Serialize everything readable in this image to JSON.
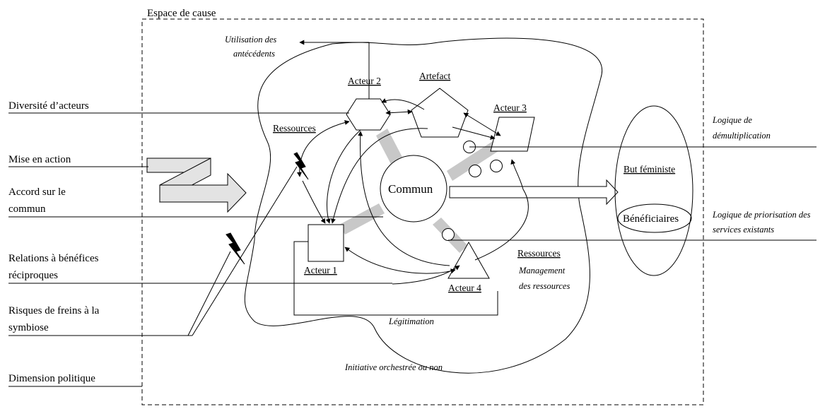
{
  "frame_title": "Espace de cause",
  "left_labels": {
    "diversite": "Diversité d’acteurs",
    "mise_en_action": "Mise en action",
    "accord_1": "Accord sur le",
    "accord_2": "commun",
    "relations_1": "Relations à bénéfices",
    "relations_2": "réciproques",
    "risques_1": "Risques de freins à la",
    "risques_2": "symbiose",
    "dimension": "Dimension politique"
  },
  "actors": {
    "acteur1": "Acteur 1",
    "acteur2": "Acteur 2",
    "acteur3": "Acteur 3",
    "acteur4": "Acteur 4",
    "artefact": "Artefact"
  },
  "center": {
    "commun": "Commun",
    "ressources_top": "Ressources",
    "ressources_bottom": "Ressources"
  },
  "notes": {
    "utilisation_1": "Utilisation des",
    "utilisation_2": "antécédents",
    "management_1": "Management",
    "management_2": "des ressources",
    "legitimation": "Légitimation",
    "initiative": "Initiative orchestrée ou non"
  },
  "right": {
    "but": "But féministe",
    "beneficiaires": "Bénéficiaires",
    "demult_1": "Logique de",
    "demult_2": "démultiplication",
    "prior_1": "Logique de priorisation des",
    "prior_2": "services existants"
  }
}
